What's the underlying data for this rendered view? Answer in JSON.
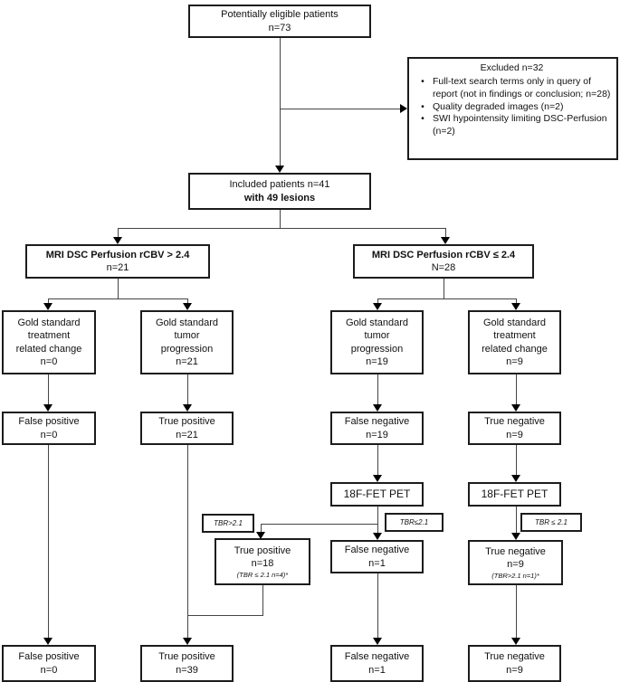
{
  "flowchart": {
    "top": {
      "line1": "Potentially eligible patients",
      "line2": "n=73"
    },
    "excluded": {
      "title": "Excluded n=32",
      "bullet_glyph": "•",
      "bullets": [
        "Full-text search terms only in query of report (not in findings or conclusion; n=28)",
        "Quality degraded images (n=2)",
        "SWI hypointensity limiting DSC-Perfusion (n=2)"
      ]
    },
    "included": {
      "line1": "Included patients n=41",
      "line2": "with 49 lesions"
    },
    "branch_left": {
      "line1": "MRI DSC Perfusion rCBV > 2.4",
      "line2": "n=21"
    },
    "branch_right": {
      "line1": "MRI DSC Perfusion rCBV ≤ 2.4",
      "line2": "N=28"
    },
    "gold_standard": {
      "col1": {
        "l1": "Gold standard",
        "l2": "treatment",
        "l3": "related change",
        "l4": "n=0"
      },
      "col2": {
        "l1": "Gold standard",
        "l2": "tumor",
        "l3": "progression",
        "l4": "n=21"
      },
      "col3": {
        "l1": "Gold standard",
        "l2": "tumor",
        "l3": "progression",
        "l4": "n=19"
      },
      "col4": {
        "l1": "Gold standard",
        "l2": "treatment",
        "l3": "related change",
        "l4": "n=9"
      }
    },
    "classification_row": {
      "col1": {
        "l1": "False positive",
        "l2": "n=0"
      },
      "col2": {
        "l1": "True positive",
        "l2": "n=21"
      },
      "col3": {
        "l1": "False negative",
        "l2": "n=19"
      },
      "col4": {
        "l1": "True negative",
        "l2": "n=9"
      }
    },
    "pet": {
      "left_label": "18F-FET PET",
      "right_label": "18F-FET PET"
    },
    "tbr_labels": {
      "left": "TBR>2.1",
      "middle": "TBR≤2.1",
      "right": "TBR ≤ 2.1"
    },
    "pet_results": {
      "true_positive": {
        "l1": "True positive",
        "l2": "n=18",
        "note": "(TBR ≤ 2.1 n=4)*"
      },
      "false_negative": {
        "l1": "False negative",
        "l2": "n=1"
      },
      "true_negative": {
        "l1": "True negative",
        "l2": "n=9",
        "note": "(TBR>2.1 n=1)*"
      }
    },
    "final_row": {
      "col1": {
        "l1": "False positive",
        "l2": "n=0"
      },
      "col2": {
        "l1": "True positive",
        "l2": "n=39"
      },
      "col3": {
        "l1": "False negative",
        "l2": "n=1"
      },
      "col4": {
        "l1": "True negative",
        "l2": "n=9"
      }
    }
  }
}
